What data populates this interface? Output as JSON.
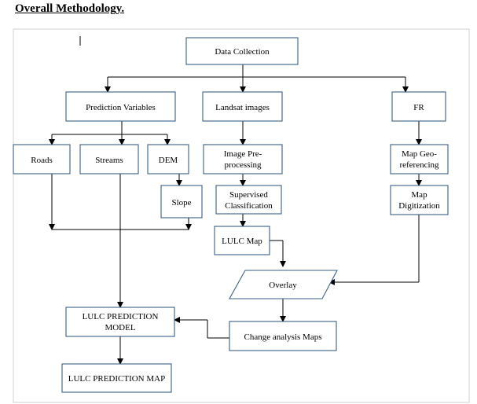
{
  "title": "Overall Methodology.",
  "nodes": {
    "data_collection": "Data Collection",
    "prediction_variables": "Prediction Variables",
    "landsat_images": "Landsat images",
    "fr": "FR",
    "roads": "Roads",
    "streams": "Streams",
    "dem": "DEM",
    "slope": "Slope",
    "image_preprocessing_l1": "Image Pre-",
    "image_preprocessing_l2": "processing",
    "supervised_classification_l1": "Supervised",
    "supervised_classification_l2": "Classification",
    "lulc_map": "LULC Map",
    "map_georeferencing_l1": "Map Geo-",
    "map_georeferencing_l2": "referencing",
    "map_digitization_l1": "Map",
    "map_digitization_l2": "Digitization",
    "overlay": "Overlay",
    "change_analysis_maps": "Change analysis Maps",
    "lulc_prediction_model_l1": "LULC PREDICTION",
    "lulc_prediction_model_l2": "MODEL",
    "lulc_prediction_map": "LULC PREDICTION MAP"
  },
  "colors": {
    "box_border": "#3b5f86",
    "line": "#000000"
  }
}
